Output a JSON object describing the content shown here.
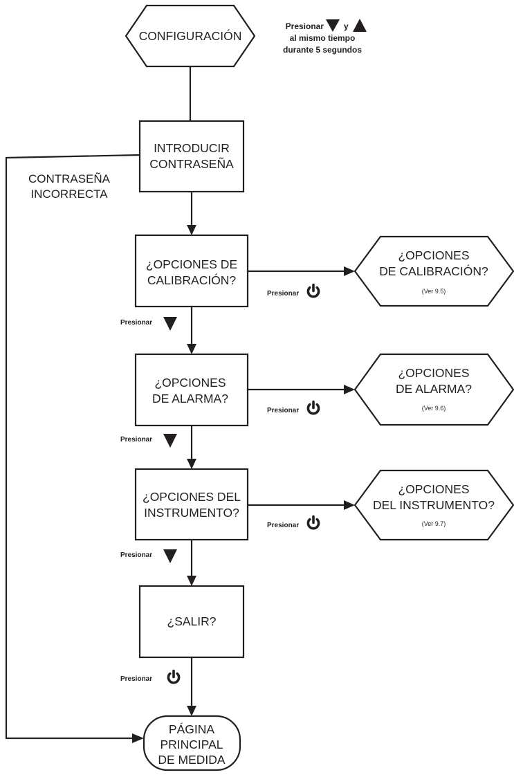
{
  "nodes": {
    "config": {
      "label": "CONFIGURACIÓN"
    },
    "password": {
      "lines": [
        "INTRODUCIR",
        "CONTRASEÑA"
      ]
    },
    "calib_q": {
      "lines": [
        "¿OPCIONES DE",
        "CALIBRACIÓN?"
      ]
    },
    "alarm_q": {
      "lines": [
        "¿OPCIONES",
        "DE ALARMA?"
      ]
    },
    "instr_q": {
      "lines": [
        "¿OPCIONES DEL",
        "INSTRUMENTO?"
      ]
    },
    "exit_q": {
      "label": "¿SALIR?"
    },
    "calib_opt": {
      "lines": [
        "¿OPCIONES",
        "DE CALIBRACIÓN?"
      ],
      "ref": "(Ver 9.5)"
    },
    "alarm_opt": {
      "lines": [
        "¿OPCIONES",
        "DE ALARMA?"
      ],
      "ref": "(Ver 9.6)"
    },
    "instr_opt": {
      "lines": [
        "¿OPCIONES",
        "DEL INSTRUMENTO?"
      ],
      "ref": "(Ver 9.7)"
    },
    "main_page": {
      "lines": [
        "PÁGINA",
        "PRINCIPAL",
        "DE MEDIDA"
      ]
    }
  },
  "instruction": {
    "word": "Presionar",
    "conjunction": "y",
    "line2": "al mismo tiempo",
    "line3": "durante 5 segundos"
  },
  "wrong_password": {
    "lines": [
      "CONTRASEÑA",
      "INCORRECTA"
    ]
  },
  "press_label": "Presionar",
  "icons": [
    "down-triangle-icon",
    "up-triangle-icon",
    "power-icon"
  ],
  "colors": {
    "ink": "#231f20",
    "background": "#ffffff"
  }
}
